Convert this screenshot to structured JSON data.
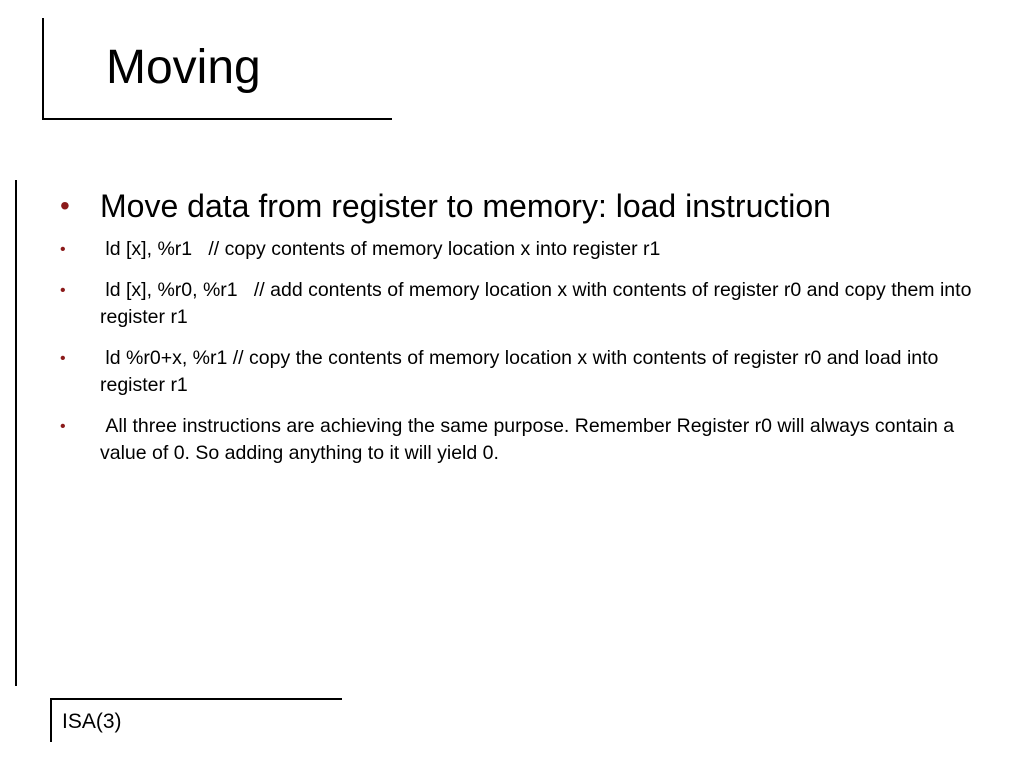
{
  "slide": {
    "title": "Moving",
    "bullets": [
      {
        "text": "Move data from register to memory: load instruction"
      },
      {
        "text": " ld [x], %r1   // copy contents of memory location x into register r1"
      },
      {
        "text": " ld [x], %r0, %r1   // add contents of memory location x with contents of register r0 and copy them into register r1"
      },
      {
        "text": " ld %r0+x, %r1 // copy the contents of memory location x with contents of register r0 and load into register r1"
      },
      {
        "text": " All three instructions are achieving the same purpose. Remember Register r0 will always contain a value of 0. So adding anything to it will yield 0."
      }
    ],
    "bullet_symbol": "•",
    "bullet_color": "#8b1a1a",
    "footer": "ISA(3)"
  }
}
